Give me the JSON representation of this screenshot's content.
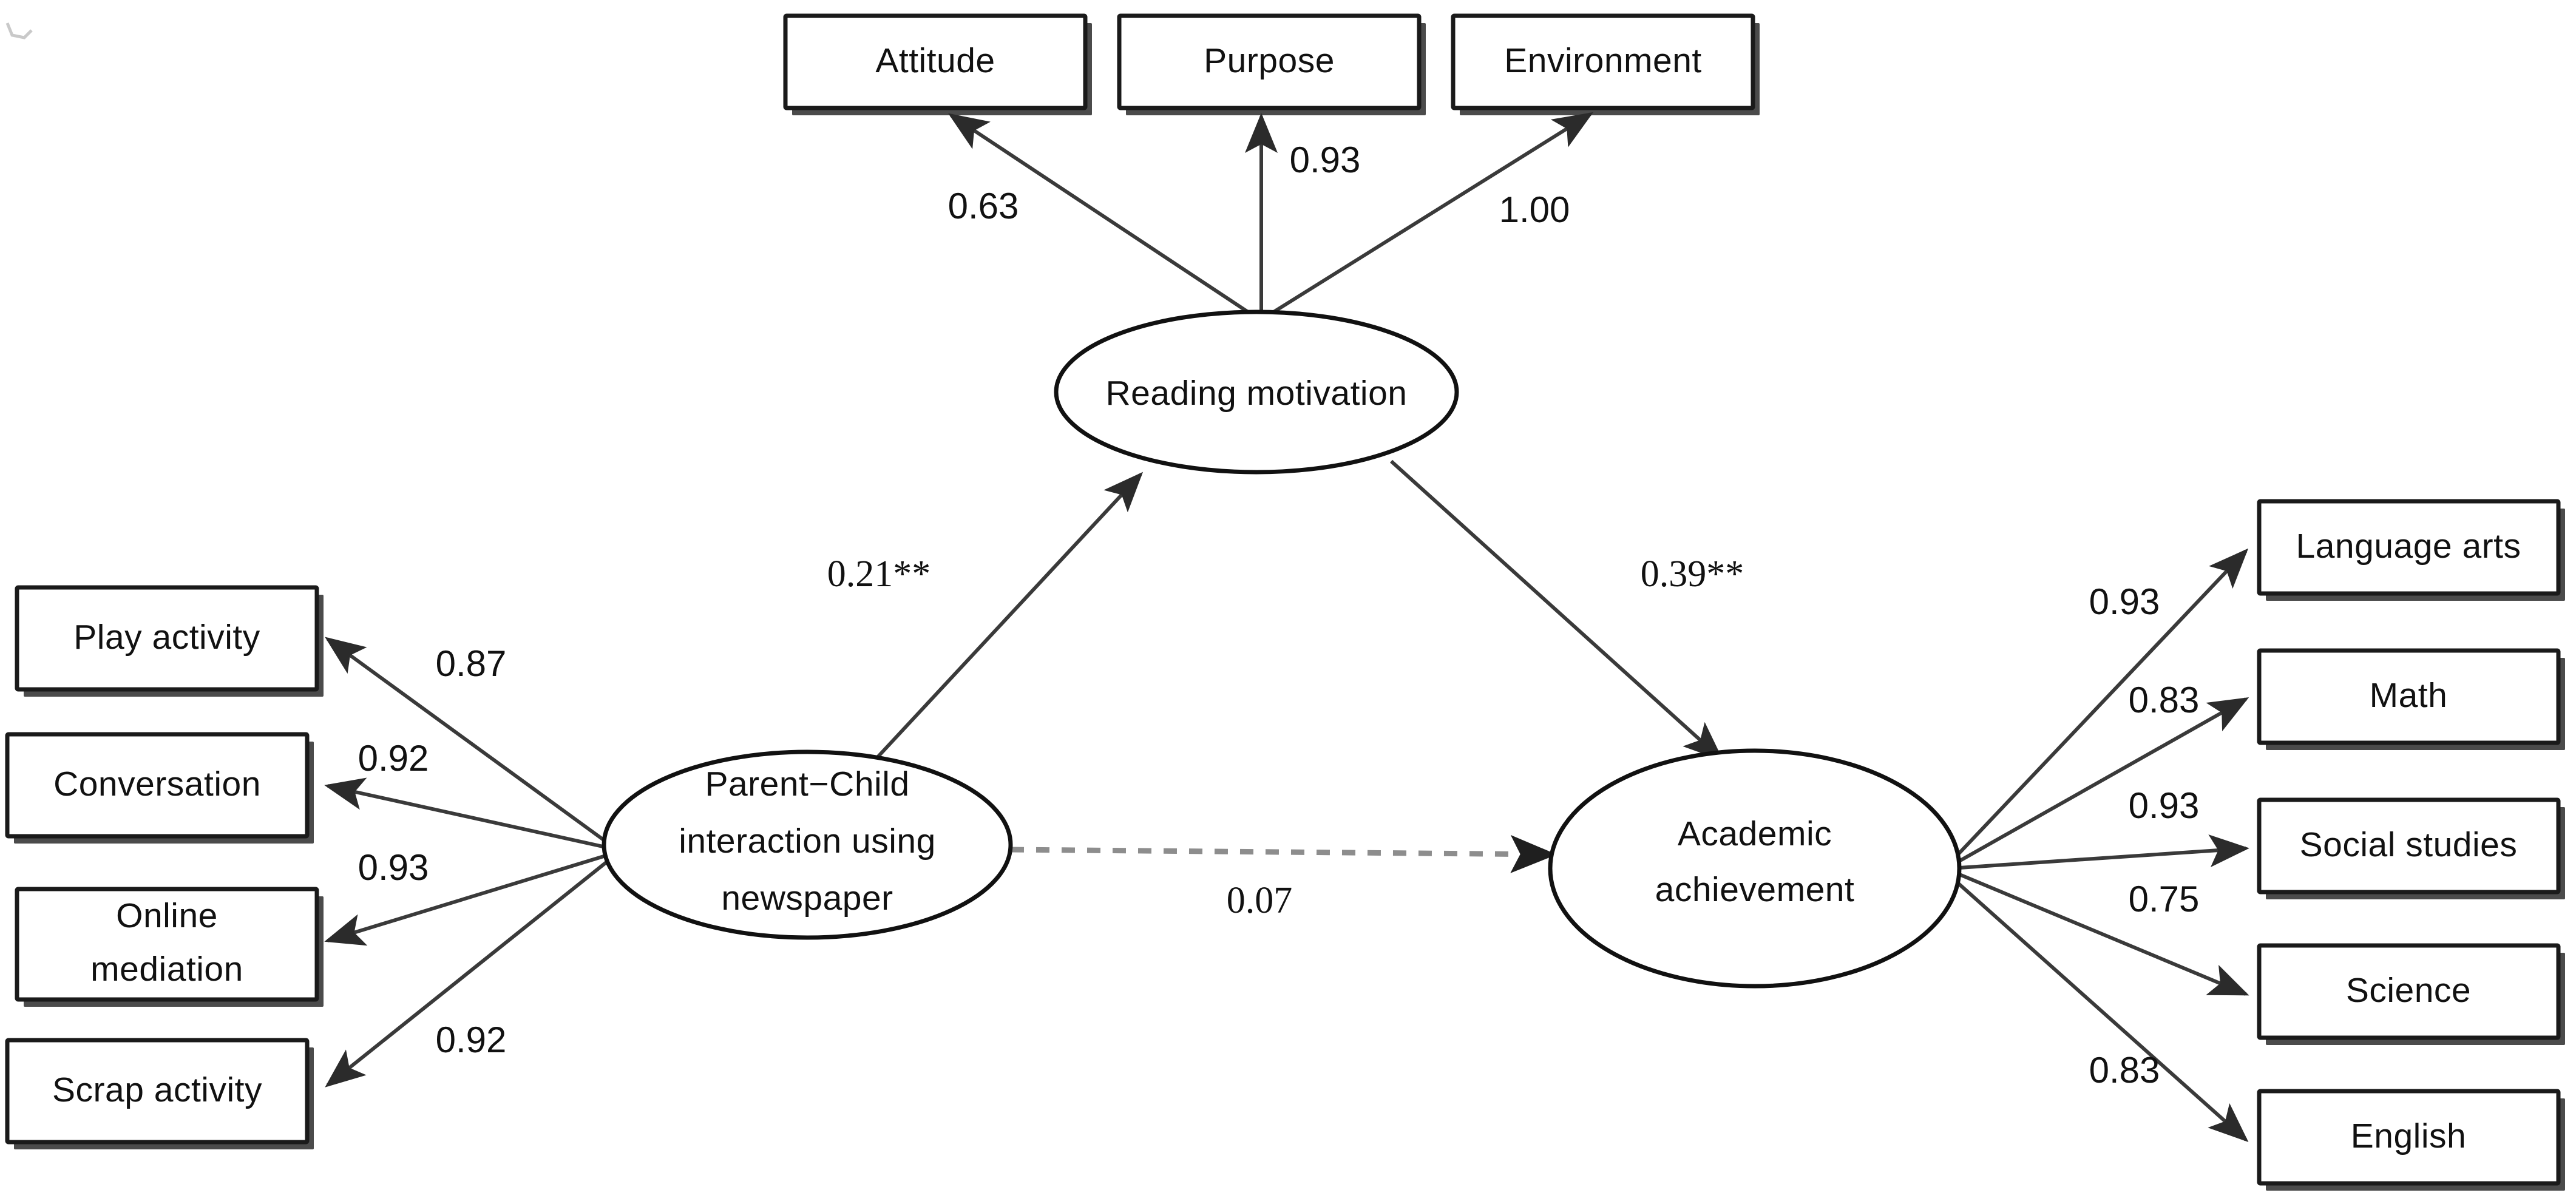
{
  "diagram": {
    "type": "structural-equation-model",
    "title": "",
    "latent_variables": [
      {
        "id": "reading_motivation",
        "label": "Reading motivation",
        "shape": "ellipse"
      },
      {
        "id": "parent_child",
        "label_lines": [
          "Parent−Child",
          "interaction  using",
          "newspaper"
        ],
        "shape": "ellipse"
      },
      {
        "id": "academic_achievement",
        "label_lines": [
          "Academic",
          "achievement"
        ],
        "shape": "ellipse"
      }
    ],
    "indicators": {
      "reading_motivation": [
        {
          "id": "attitude",
          "label": "Attitude",
          "loading": "0.63"
        },
        {
          "id": "purpose",
          "label": "Purpose",
          "loading": "0.93"
        },
        {
          "id": "environment",
          "label": "Environment",
          "loading": "1.00"
        }
      ],
      "parent_child": [
        {
          "id": "play_activity",
          "label": "Play  activity",
          "loading": "0.87"
        },
        {
          "id": "conversation",
          "label": "Conversation",
          "loading": "0.92"
        },
        {
          "id": "online_mediation",
          "label_lines": [
            "Online",
            "mediation"
          ],
          "loading": "0.93"
        },
        {
          "id": "scrap_activity",
          "label": "Scrap  activity",
          "loading": "0.92"
        }
      ],
      "academic_achievement": [
        {
          "id": "language_arts",
          "label": "Language  arts",
          "loading": "0.93"
        },
        {
          "id": "math",
          "label": "Math",
          "loading": "0.83"
        },
        {
          "id": "social_studies",
          "label": "Social  studies",
          "loading": "0.93"
        },
        {
          "id": "science",
          "label": "Science",
          "loading": "0.75"
        },
        {
          "id": "english",
          "label": "English",
          "loading": "0.83"
        }
      ]
    },
    "structural_paths": [
      {
        "id": "pc_to_rm",
        "from": "parent_child",
        "to": "reading_motivation",
        "coefficient": "0.21**",
        "style": "solid"
      },
      {
        "id": "rm_to_aa",
        "from": "reading_motivation",
        "to": "academic_achievement",
        "coefficient": "0.39**",
        "style": "solid"
      },
      {
        "id": "pc_to_aa",
        "from": "parent_child",
        "to": "academic_achievement",
        "coefficient": "0.07",
        "style": "dashed"
      }
    ],
    "colors": {
      "line": "#3a3a3a",
      "dashed_line": "#8d8d8d",
      "box_stroke": "#1a1a1a",
      "text": "#111111",
      "background": "#ffffff"
    }
  }
}
